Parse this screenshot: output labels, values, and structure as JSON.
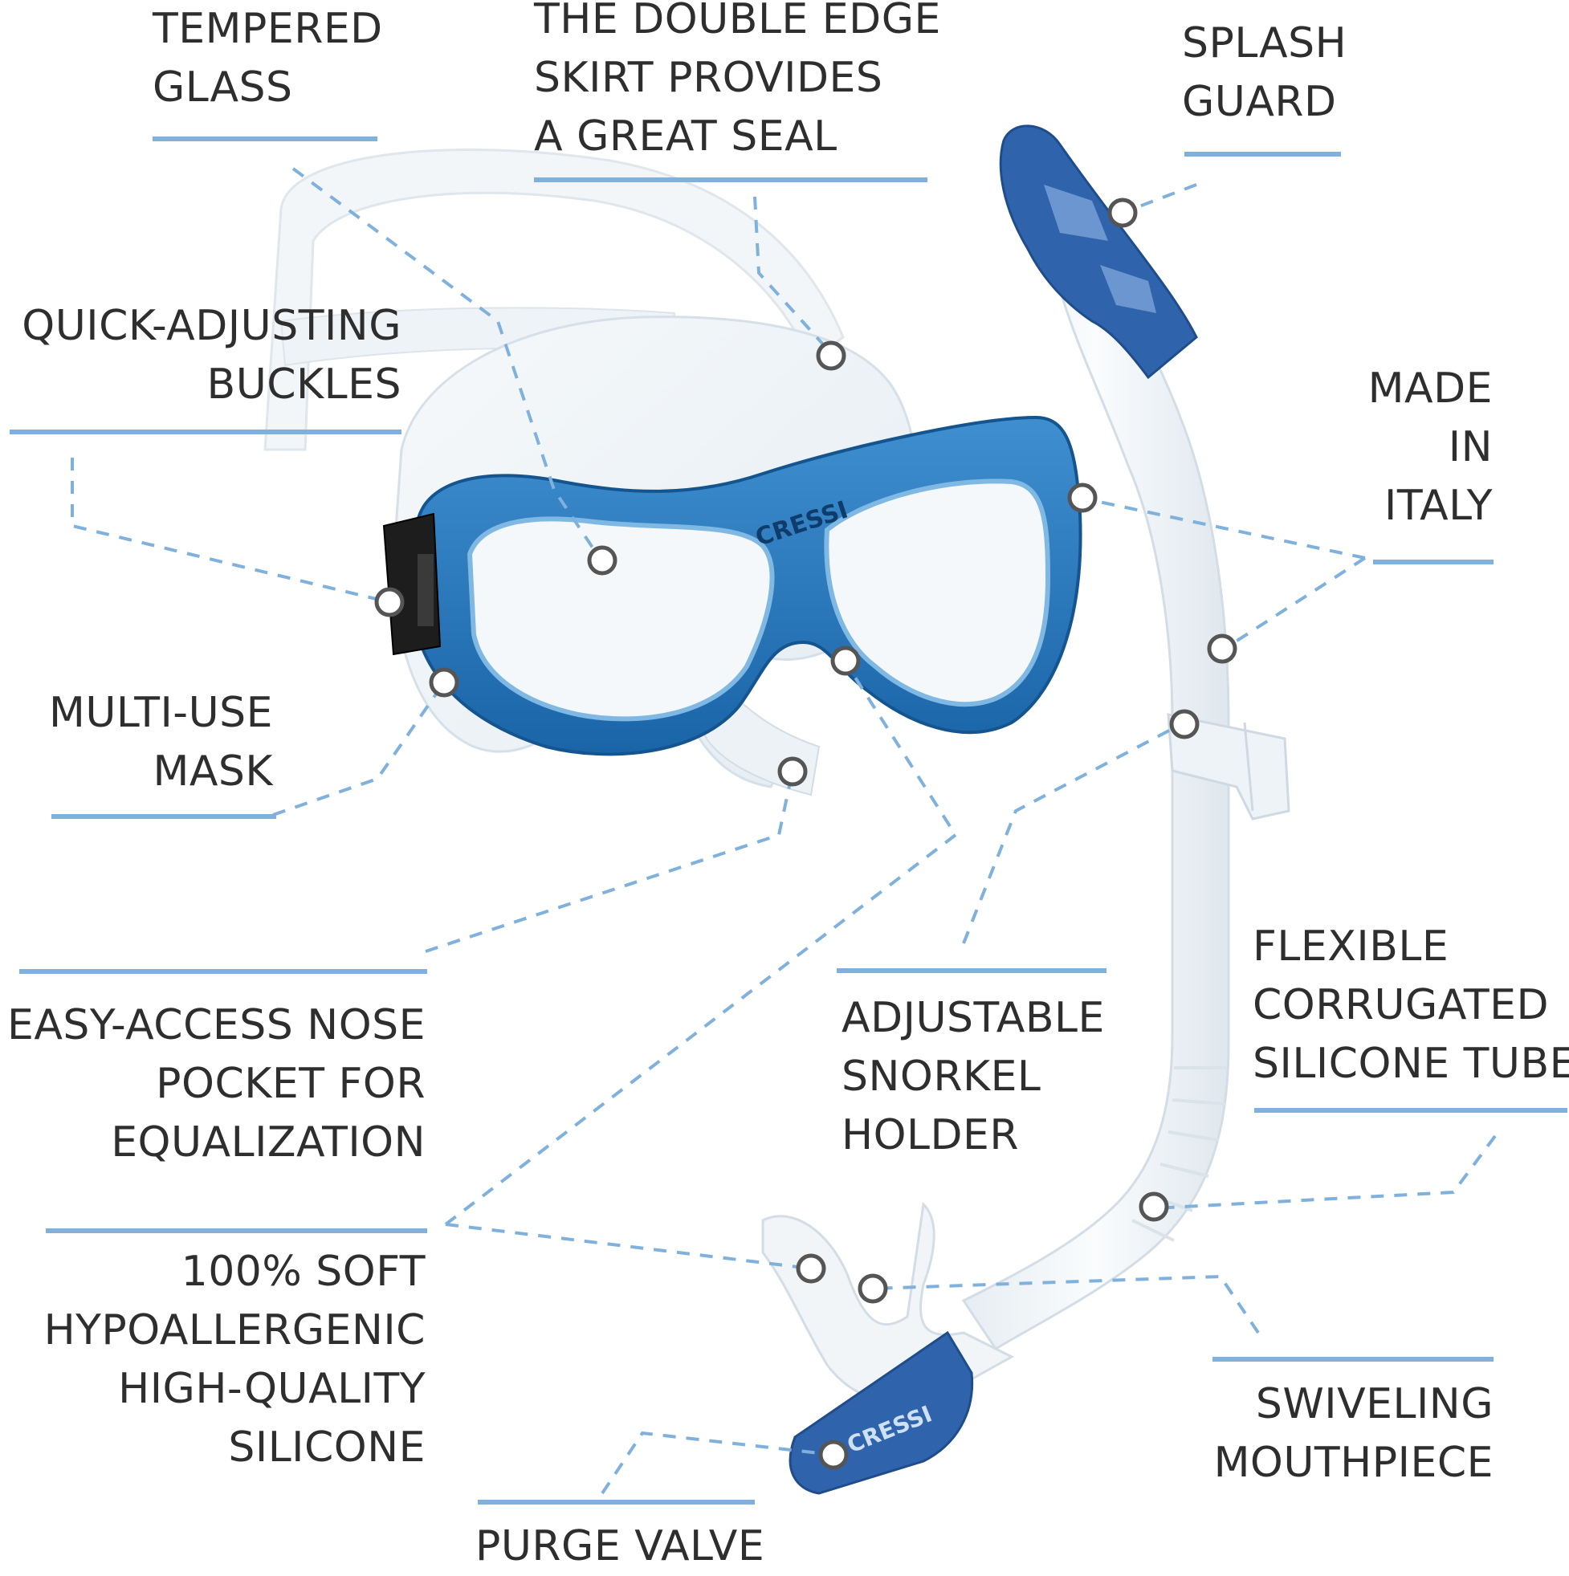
{
  "callouts": [
    {
      "name": "tempered-glass",
      "lines": [
        "TEMPERED",
        "GLASS"
      ]
    },
    {
      "name": "double-edge-skirt",
      "lines": [
        "THE DOUBLE EDGE",
        "SKIRT PROVIDES",
        "A GREAT SEAL"
      ]
    },
    {
      "name": "splash-guard",
      "lines": [
        "SPLASH",
        "GUARD"
      ]
    },
    {
      "name": "quick-adjusting-buckles",
      "lines": [
        "QUICK-ADJUSTING",
        "BUCKLES"
      ]
    },
    {
      "name": "made-in-italy",
      "lines": [
        "MADE",
        "IN",
        "ITALY"
      ]
    },
    {
      "name": "multi-use-mask",
      "lines": [
        "MULTI-USE",
        "MASK"
      ]
    },
    {
      "name": "flexible-tube",
      "lines": [
        "FLEXIBLE",
        "CORRUGATED",
        "SILICONE TUBE"
      ]
    },
    {
      "name": "nose-pocket",
      "lines": [
        "EASY-ACCESS NOSE",
        "POCKET FOR",
        "EQUALIZATION"
      ]
    },
    {
      "name": "snorkel-holder",
      "lines": [
        "ADJUSTABLE",
        "SNORKEL",
        "HOLDER"
      ]
    },
    {
      "name": "soft-silicone",
      "lines": [
        "100% SOFT",
        "HYPOALLERGENIC",
        "HIGH-QUALITY",
        "SILICONE"
      ]
    },
    {
      "name": "swiveling-mouthpiece",
      "lines": [
        "SWIVELING",
        "MOUTHPIECE"
      ]
    },
    {
      "name": "purge-valve",
      "lines": [
        "PURGE VALVE"
      ]
    }
  ],
  "brand_marks": [
    "CRESSI",
    "CRESSI"
  ],
  "colors": {
    "accent": "#7fb1dc",
    "text": "#2e2e2e",
    "mask_blue": "#1f72b8",
    "snorkel_blue": "#2f64ad"
  }
}
